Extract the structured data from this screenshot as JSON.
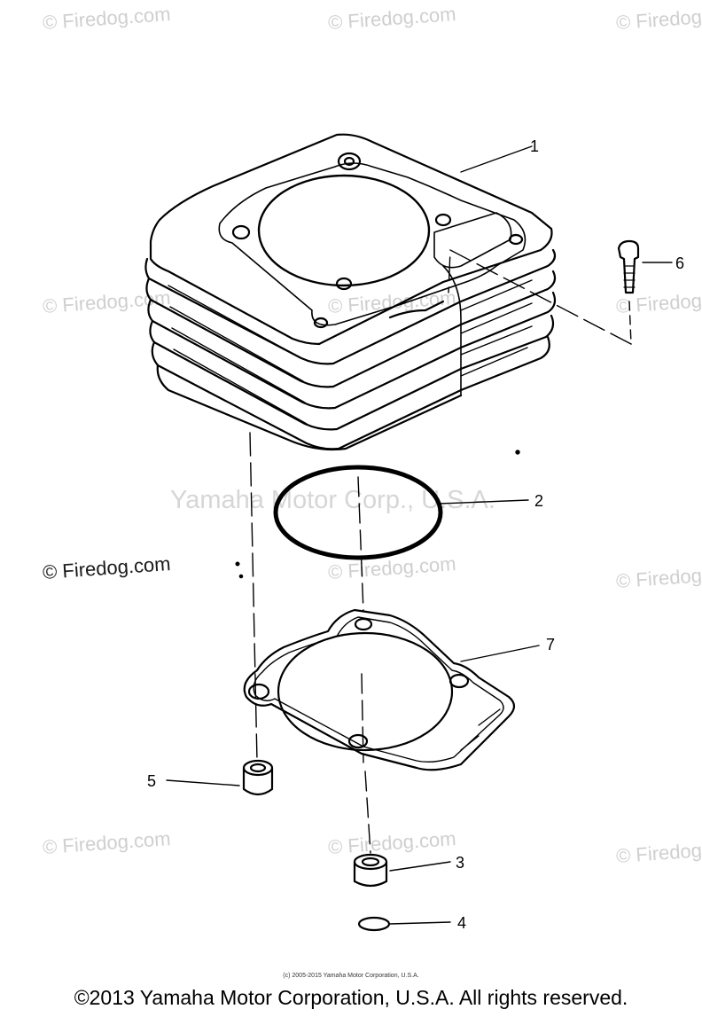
{
  "watermark": {
    "site": "© Firedog.com",
    "company": "Yamaha Motor Corp., U.S.A."
  },
  "callouts": {
    "part1": "1",
    "part2": "2",
    "part3": "3",
    "part4": "4",
    "part5": "5",
    "part6": "6",
    "part7": "7"
  },
  "footer": {
    "small_copyright": "(c) 2005-2015 Yamaha Motor Corporation, U.S.A.",
    "copyright": "©2013 Yamaha Motor Corporation, U.S.A. All rights reserved."
  }
}
